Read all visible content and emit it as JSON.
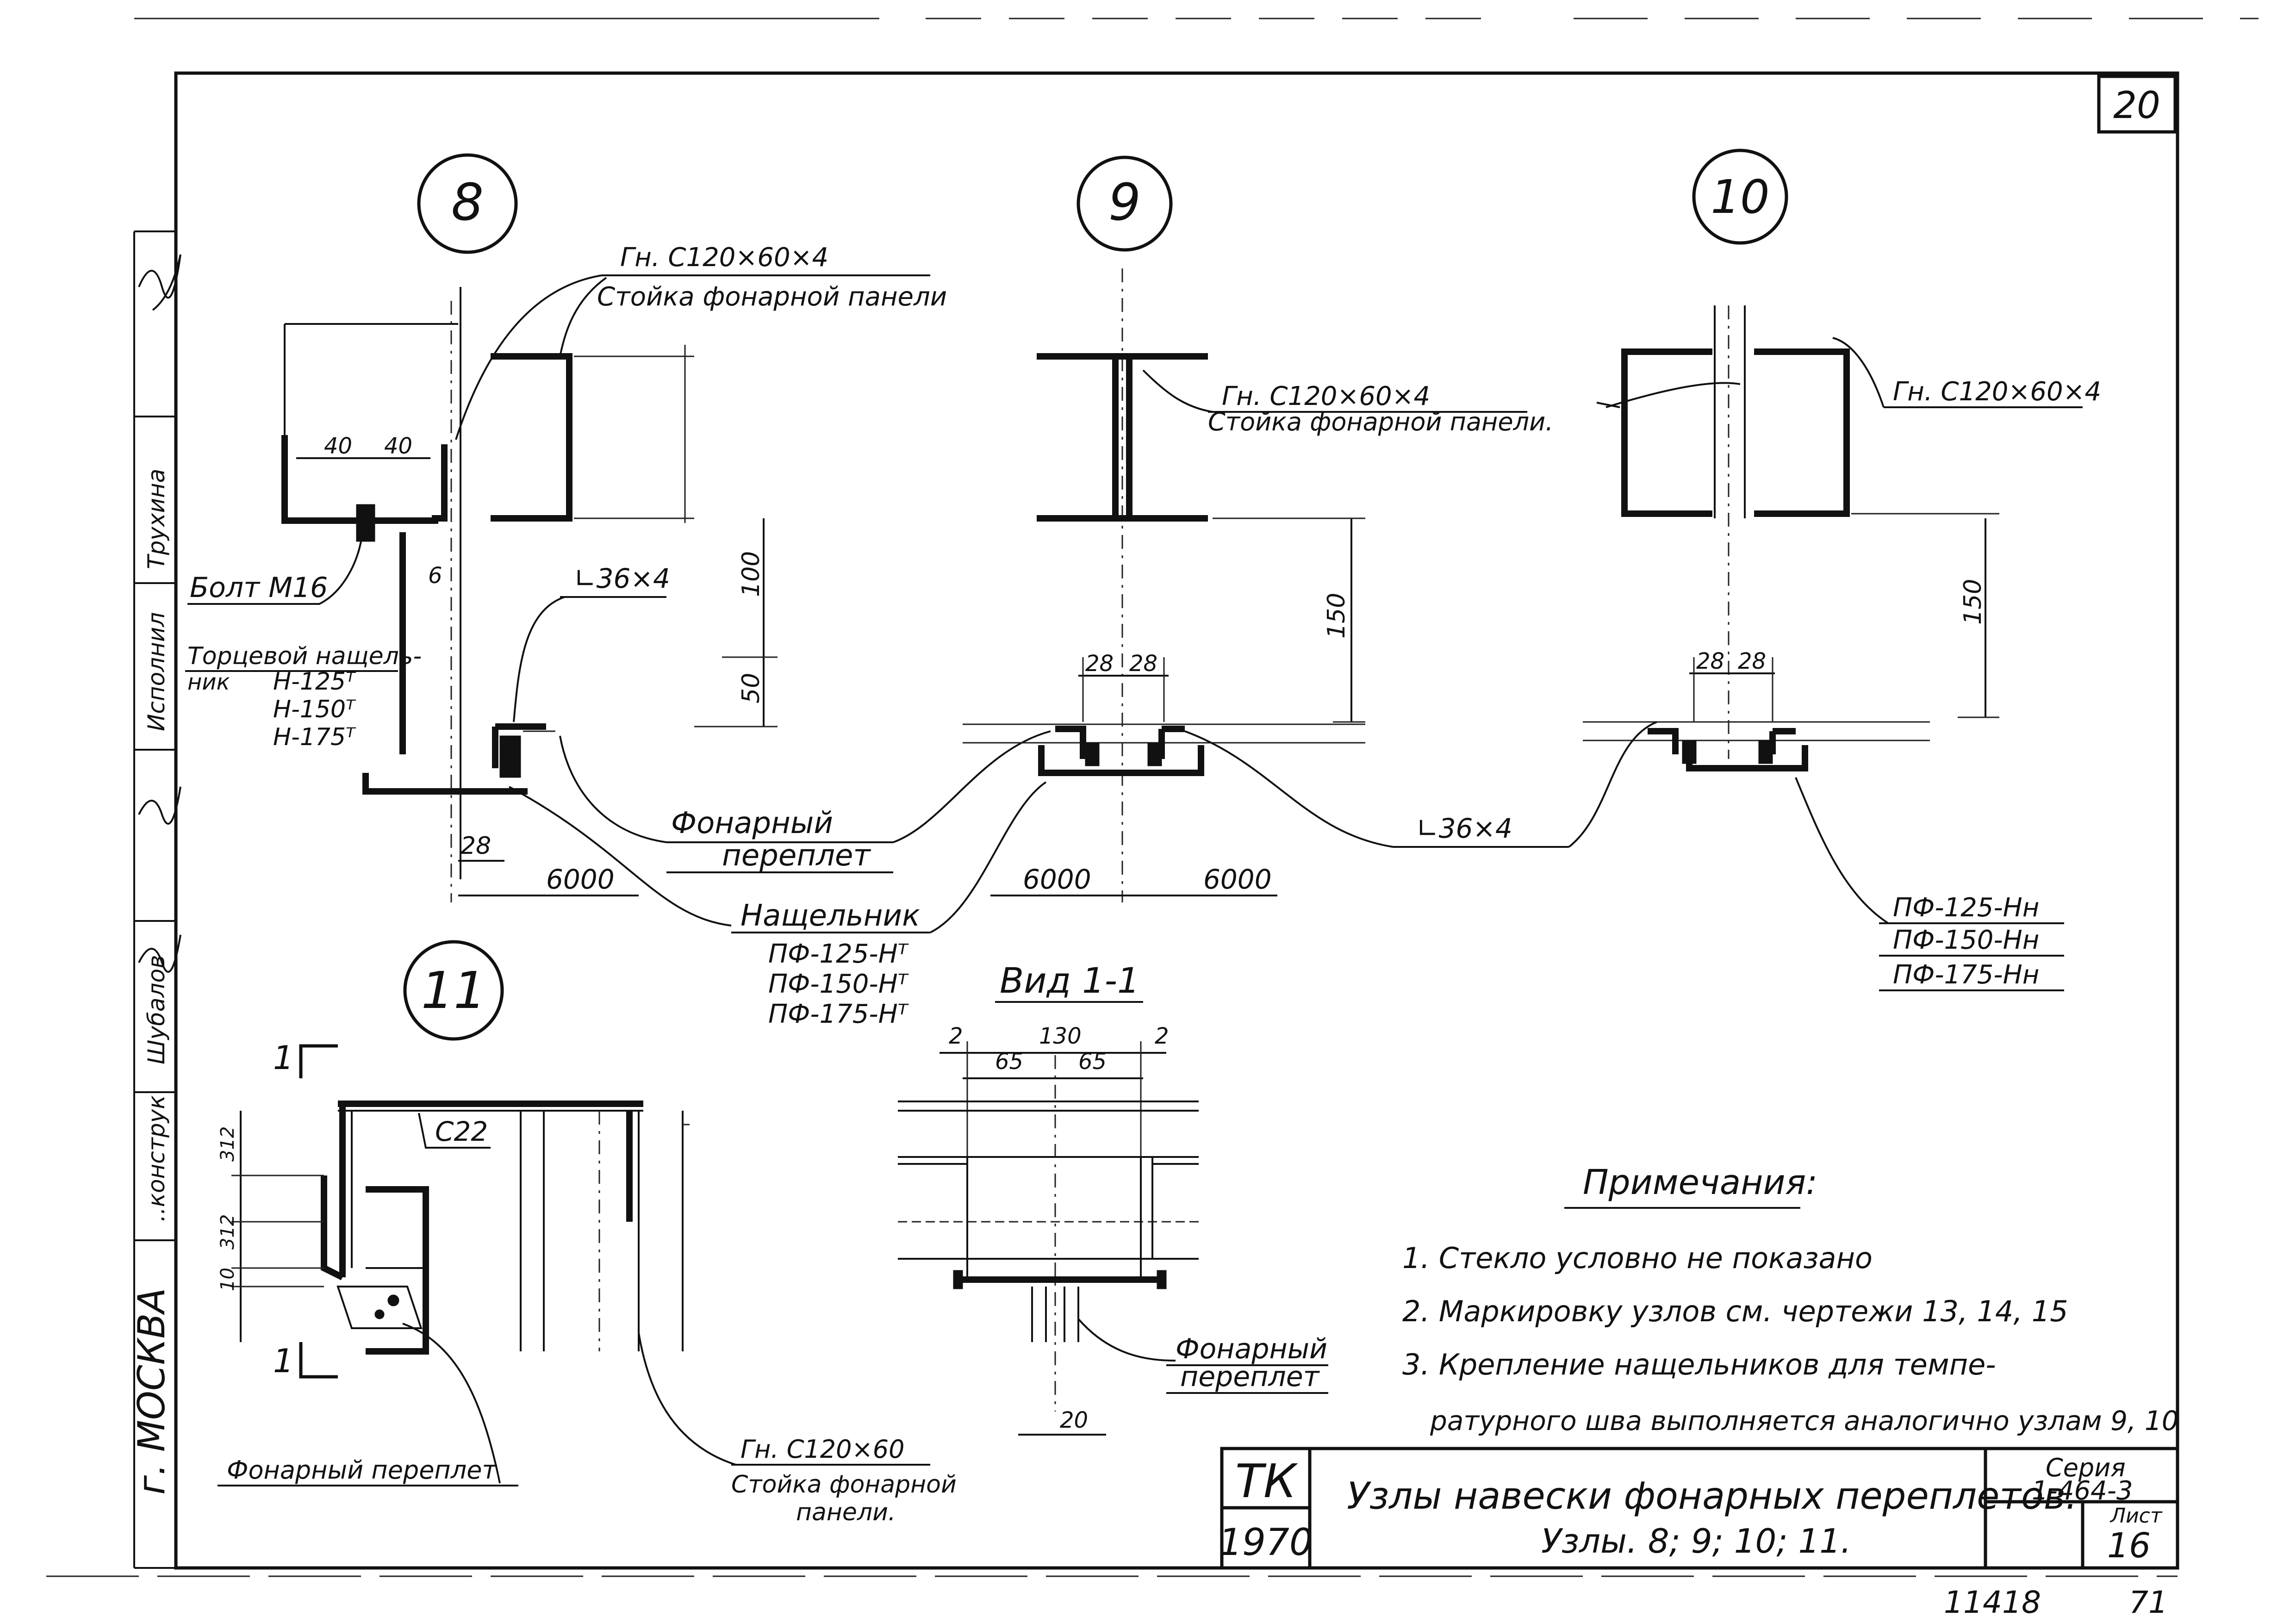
{
  "sheet_number": "20",
  "node_labels": {
    "n8": "8",
    "n9": "9",
    "n10": "10",
    "n11": "11"
  },
  "node8": {
    "section": "Гн. С120×60×4",
    "section_role": "Стойка фонарной панели",
    "dim_40a": "40",
    "dim_40b": "40",
    "dim_6": "6",
    "dim_100": "100",
    "dim_50": "50",
    "angle": "∟36×4",
    "bolt": "Болт М16",
    "end_strip_l1": "Торцевой нащель-",
    "end_strip_l2": "ник",
    "end_strip_types": [
      "Н-125ᵀ",
      "Н-150ᵀ",
      "Н-175ᵀ"
    ],
    "dim_28": "28",
    "dim_6000": "6000"
  },
  "node9": {
    "section": "Гн. С120×60×4",
    "section_role": "Стойка фонарной панели.",
    "dim_150": "150",
    "dim_28a": "28",
    "dim_28b": "28",
    "dim_6000_left": "6000",
    "dim_6000_right": "6000"
  },
  "node10": {
    "section": "Гн. С120×60×4",
    "dim_150": "150",
    "dim_28a": "28",
    "dim_28b": "28",
    "angle": "∟36×4",
    "strips": [
      "ПФ-125-Нн",
      "ПФ-150-Нн",
      "ПФ-175-Нн"
    ]
  },
  "shared_callouts": {
    "frame_l1": "Фонарный",
    "frame_l2": "переплет",
    "strip_title": "Нащельник",
    "strip_types": [
      "ПФ-125-Нᵀ",
      "ПФ-150-Нᵀ",
      "ПФ-175-Нᵀ"
    ]
  },
  "view": {
    "title": "Вид 1-1",
    "dim_2a": "2",
    "dim_130": "130",
    "dim_2b": "2",
    "dim_65a": "65",
    "dim_65b": "65",
    "dim_20": "20",
    "frame_l1": "Фонарный",
    "frame_l2": "переплет"
  },
  "node11": {
    "cut_mark_top": "1",
    "cut_mark_bottom": "1",
    "channel": "С22",
    "dims_v": [
      "312",
      "312",
      "10"
    ],
    "section": "Гн. С120×60",
    "section_role_l1": "Стойка фонарной",
    "section_role_l2": "панели.",
    "frame": "Фонарный переплет"
  },
  "notes": {
    "title": "Примечания:",
    "items": [
      "1. Стекло условно не показано",
      "2. Маркировку узлов см. чертежи 13, 14, 15",
      "3. Крепление нащельников для темпе-",
      "ратурного шва выполняется аналогично узлам 9, 10"
    ]
  },
  "title_block": {
    "org": "ТК",
    "year": "1970",
    "title_l1": "Узлы навески фонарных переплетов.",
    "title_l2": "Узлы. 8; 9; 10; 11.",
    "series_label": "Серия",
    "series": "1-464-3",
    "sheet_label": "Лист",
    "sheet": "16"
  },
  "sidebar": {
    "city": "г. МОСКВА",
    "roles": [
      "..конструк",
      "Шубалов",
      "Исполнил",
      "Трухина"
    ]
  },
  "footer": {
    "archive_no": "11418",
    "page_no": "71"
  }
}
